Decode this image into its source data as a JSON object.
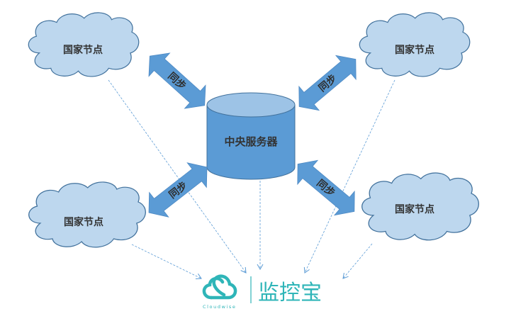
{
  "diagram": {
    "server": {
      "label": "中央服务器"
    },
    "nodes": [
      {
        "id": "node-top-left",
        "label": "国家节点"
      },
      {
        "id": "node-top-right",
        "label": "国家节点"
      },
      {
        "id": "node-bottom-left",
        "label": "国家节点"
      },
      {
        "id": "node-bottom-right",
        "label": "国家节点"
      }
    ],
    "sync_arrows": [
      {
        "label": "同步"
      },
      {
        "label": "同步"
      },
      {
        "label": "同步"
      },
      {
        "label": "同步"
      }
    ],
    "brand": {
      "name": "监控宝",
      "sub": "Cloudwise"
    },
    "colors": {
      "cloud_fill": "#bdd7ee",
      "cloud_stroke": "#41719c",
      "server_fill": "#5b9bd5",
      "server_top": "#9dc3e6",
      "arrow_fill": "#5b9bd5",
      "dashed": "#5b9bd5",
      "brand": "#2fb5b8"
    }
  }
}
